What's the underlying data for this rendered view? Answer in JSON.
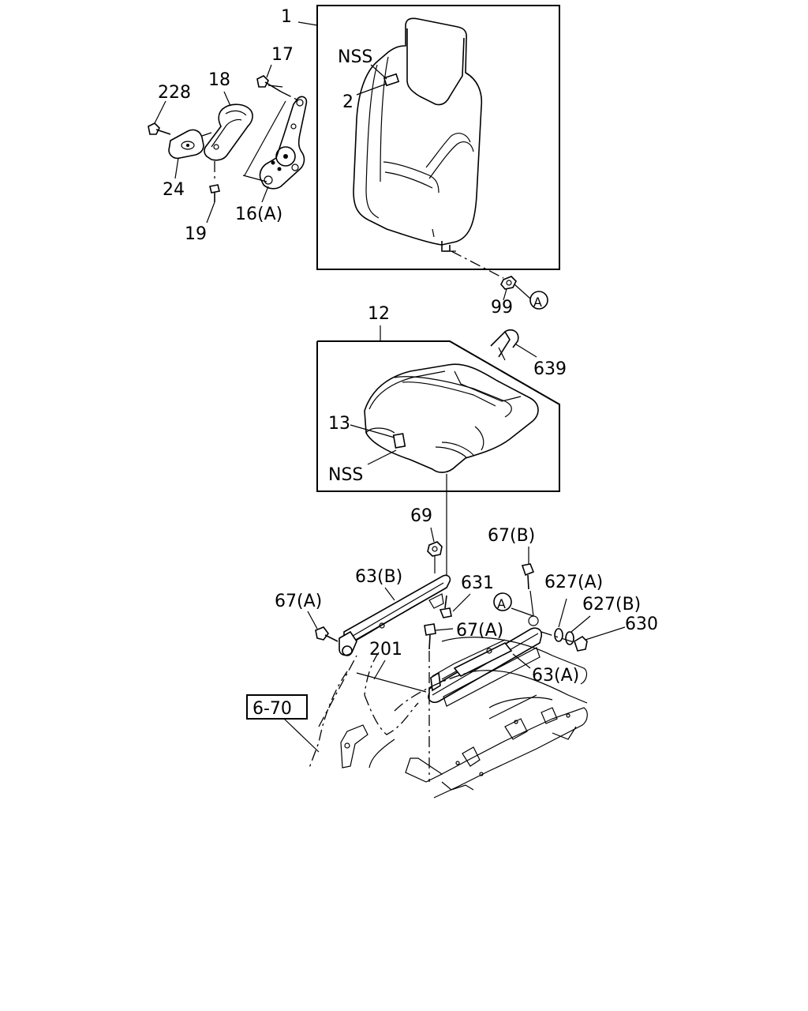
{
  "callouts": {
    "c1": "1",
    "c17": "17",
    "c228": "228",
    "c18": "18",
    "nss_top": "NSS",
    "c2": "2",
    "c24": "24",
    "c16a": "16(A)",
    "c19": "19",
    "c99": "99",
    "ref_a1": "A",
    "c12": "12",
    "c639": "639",
    "c13": "13",
    "nss_bottom": "NSS",
    "c69": "69",
    "c67b": "67(B)",
    "c63b": "63(B)",
    "c631": "631",
    "c627a": "627(A)",
    "ref_a2": "A",
    "c627b": "627(B)",
    "c67a_left": "67(A)",
    "c630": "630",
    "c67a_center": "67(A)",
    "c201": "201",
    "c63a": "63(A)",
    "ref_670": "6-70"
  },
  "icons": [
    "seatback-assembly",
    "seat-cushion",
    "recliner-hinge",
    "recliner-cover",
    "seat-rail-left",
    "seat-rail-right",
    "floor-panel",
    "bolt",
    "nut",
    "washer",
    "clip"
  ]
}
